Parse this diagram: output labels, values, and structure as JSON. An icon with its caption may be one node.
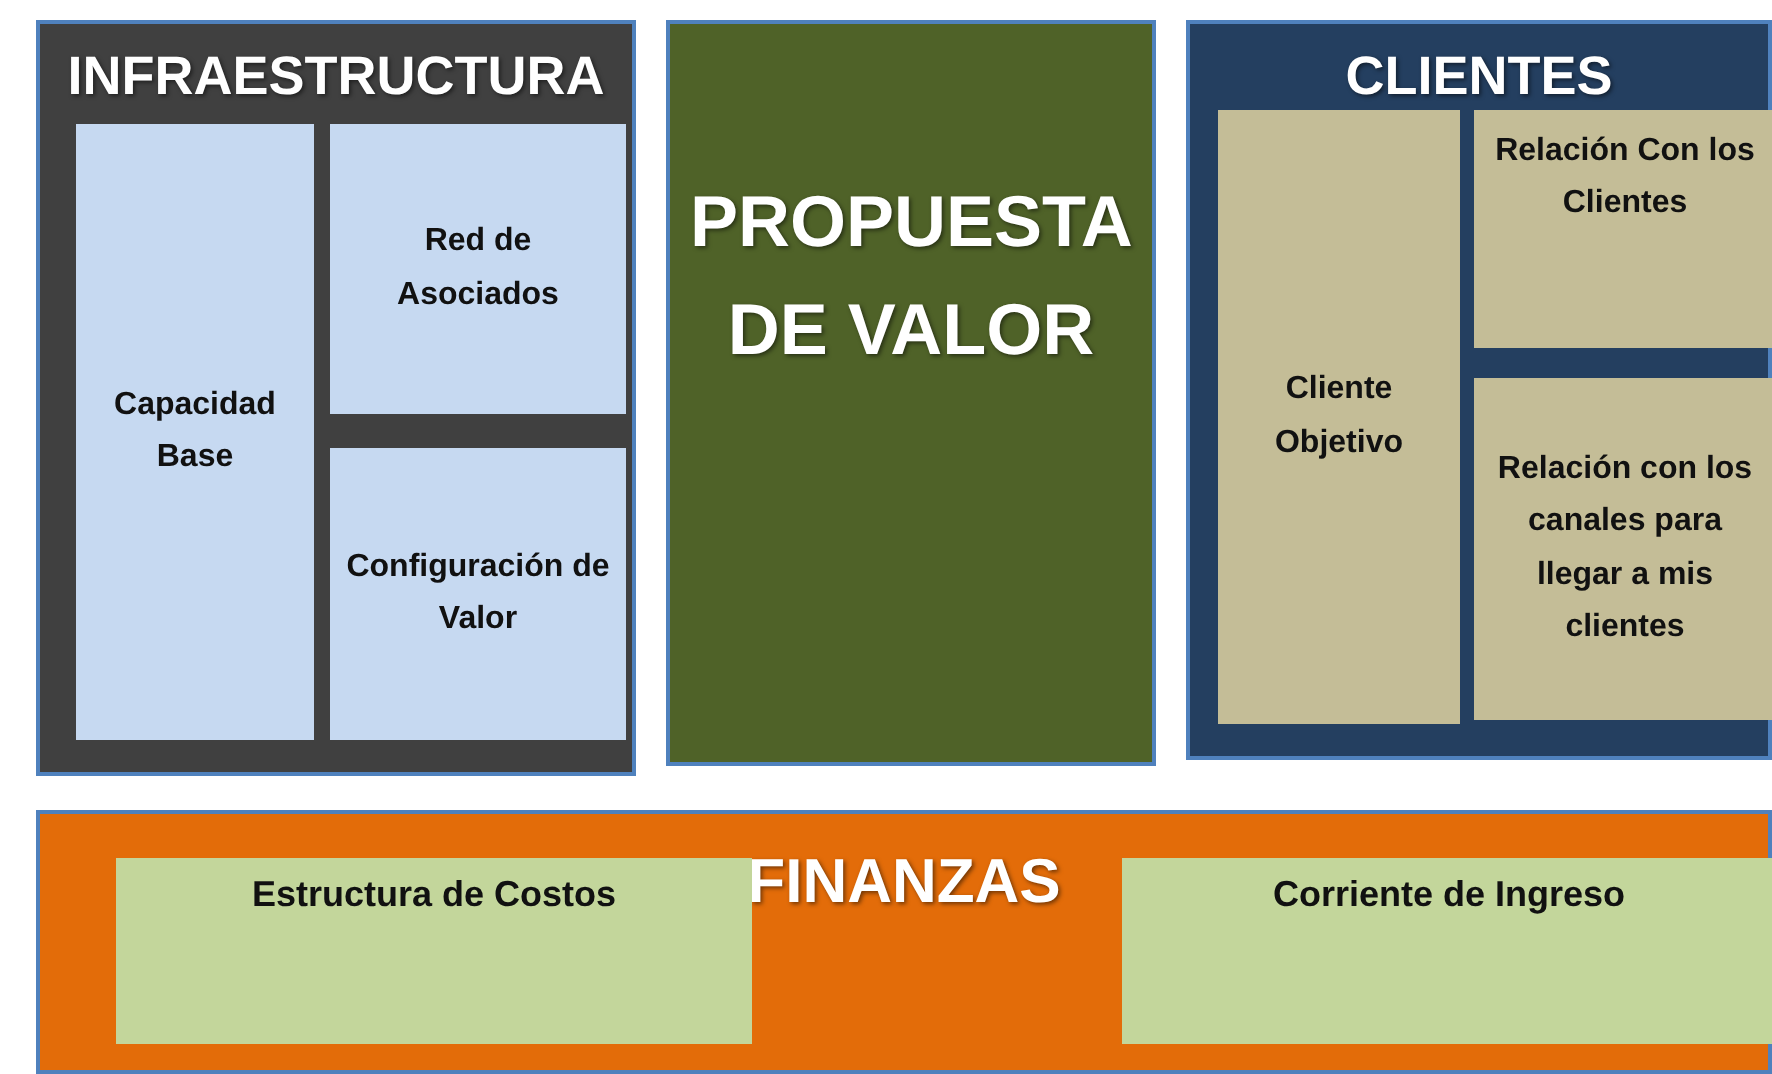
{
  "diagram": {
    "nodes": [
      {
        "text": [
          "INFRAESTRUCTURA"
        ]
      },
      {
        "text": [
          "Capacidad Base"
        ],
        "in": 0
      },
      {
        "text": [
          "Red de Asociados"
        ],
        "in": 0
      },
      {
        "text": [
          "Configuración de Valor"
        ],
        "in": 0
      },
      {
        "text": [
          "PROPUESTA DE VALOR"
        ]
      },
      {
        "text": [
          "CLIENTES"
        ]
      },
      {
        "text": [
          "Cliente Objetivo"
        ],
        "in": 5
      },
      {
        "text": [
          "Relación Con los Clientes"
        ],
        "in": 5
      },
      {
        "text": [
          "Relación con los canales para llegar a mis clientes"
        ],
        "in": 5
      },
      {
        "text": [
          "FINANZAS"
        ]
      },
      {
        "text": [
          "Estructura de Costos"
        ],
        "in": 9
      },
      {
        "text": [
          "Corriente de Ingreso"
        ],
        "in": 9
      }
    ],
    "edges": []
  }
}
